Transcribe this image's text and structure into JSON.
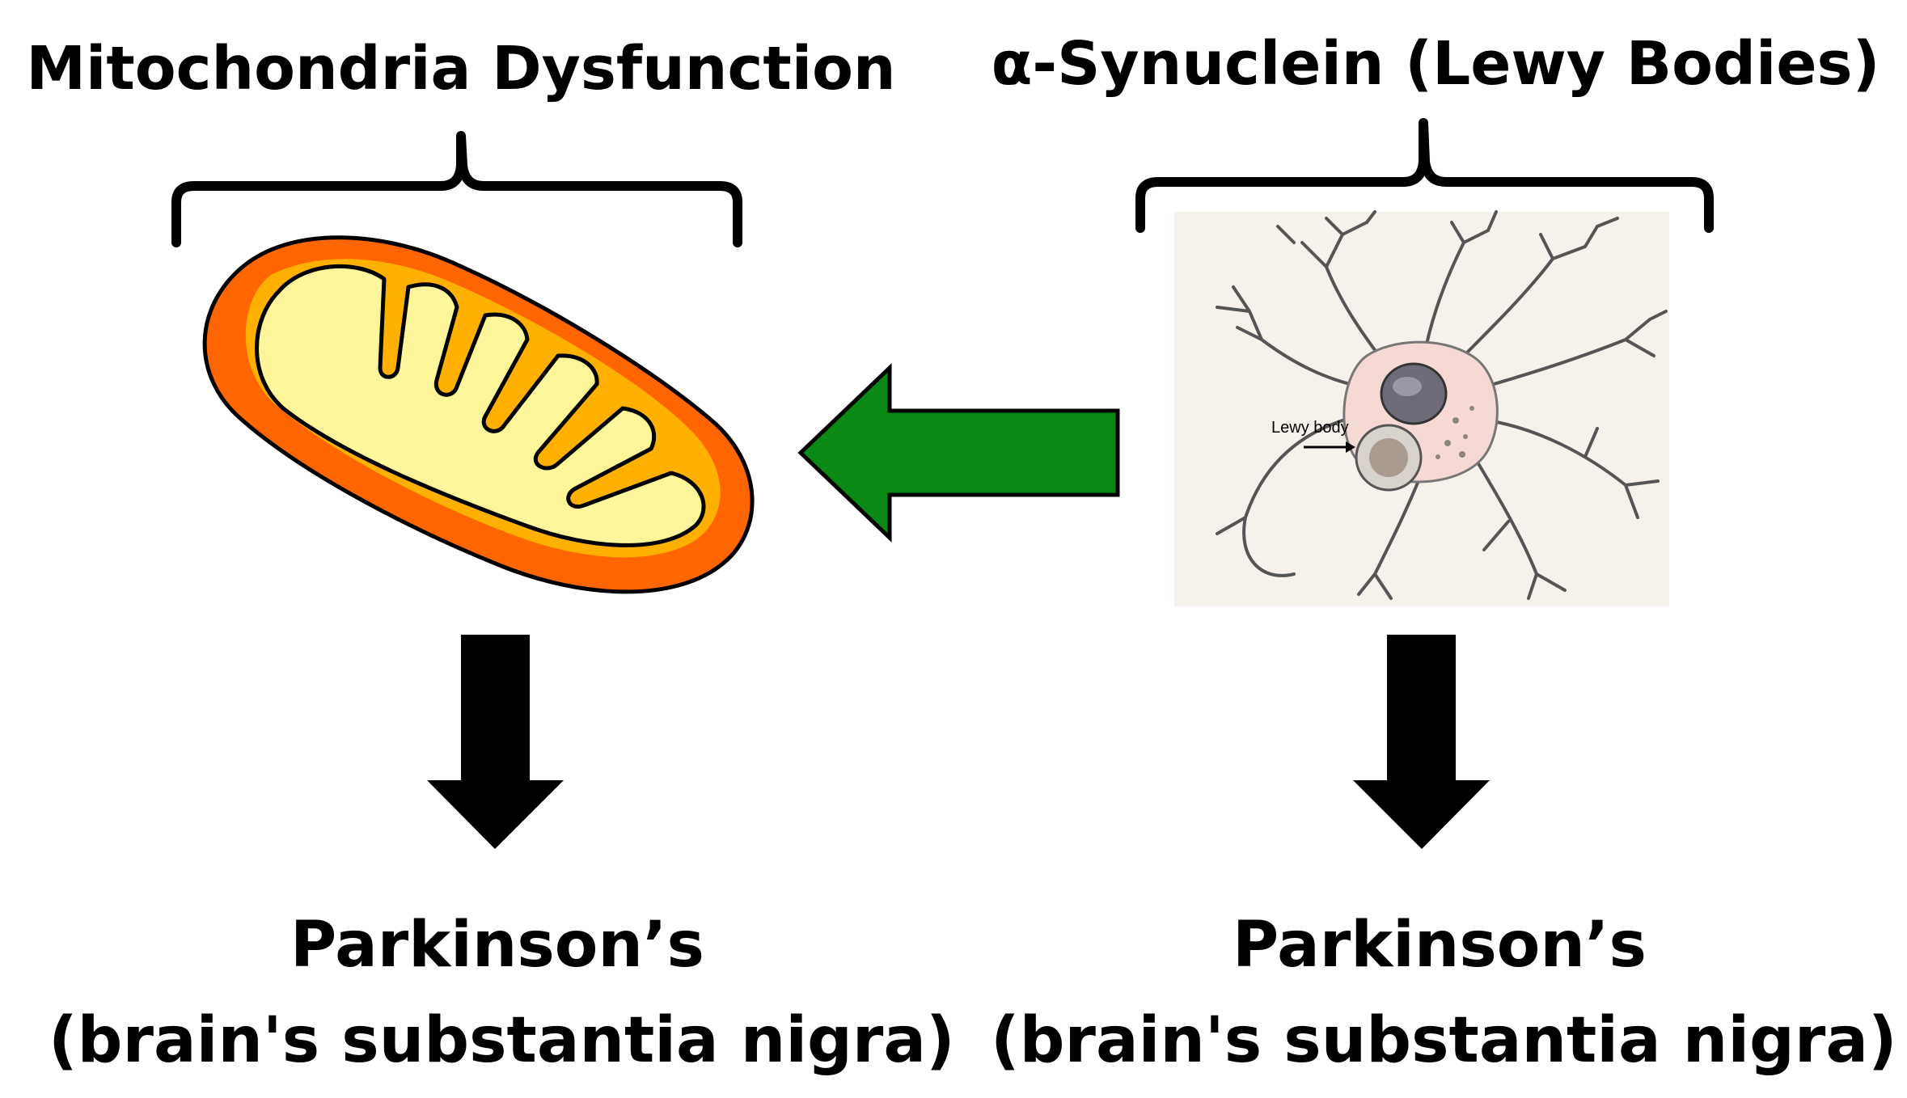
{
  "left": {
    "title": "Mitochondria Dysfunction",
    "outcome_line1": "Parkinson’s",
    "outcome_line2": "(brain's substantia nigra)"
  },
  "right": {
    "title": "α-Synuclein (Lewy Bodies)",
    "outcome_line1": "Parkinson’s",
    "outcome_line2": "(brain's substantia nigra)",
    "neuron_annotation": "Lewy body"
  },
  "colors": {
    "mito_outer": "#ff6600",
    "mito_mid": "#ffb000",
    "mito_inner": "#fff59a",
    "green_arrow": "#0a8a14",
    "black_arrow": "#000000",
    "neuron_bg": "#f6f1ea",
    "neuron_cell": "#f5d9d4"
  }
}
